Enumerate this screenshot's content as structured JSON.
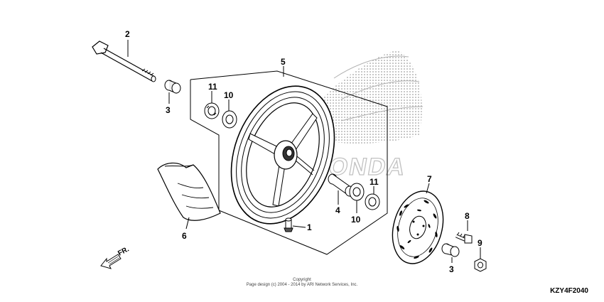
{
  "parts": [
    {
      "ref": "1",
      "label": "1"
    },
    {
      "ref": "2",
      "label": "2"
    },
    {
      "ref": "3a",
      "label": "3"
    },
    {
      "ref": "3b",
      "label": "3"
    },
    {
      "ref": "4",
      "label": "4"
    },
    {
      "ref": "5",
      "label": "5"
    },
    {
      "ref": "6",
      "label": "6"
    },
    {
      "ref": "7",
      "label": "7"
    },
    {
      "ref": "8",
      "label": "8"
    },
    {
      "ref": "9",
      "label": "9"
    },
    {
      "ref": "10a",
      "label": "10"
    },
    {
      "ref": "10b",
      "label": "10"
    },
    {
      "ref": "11a",
      "label": "11"
    },
    {
      "ref": "11b",
      "label": "11"
    }
  ],
  "direction_label": "FR.",
  "watermark_text": "HONDA",
  "copyright_line1": "Copyright",
  "copyright_line2": "Page design (c) 2004 - 2014 by ARI Network Services, Inc.",
  "diagram_code": "KZY4F2040"
}
